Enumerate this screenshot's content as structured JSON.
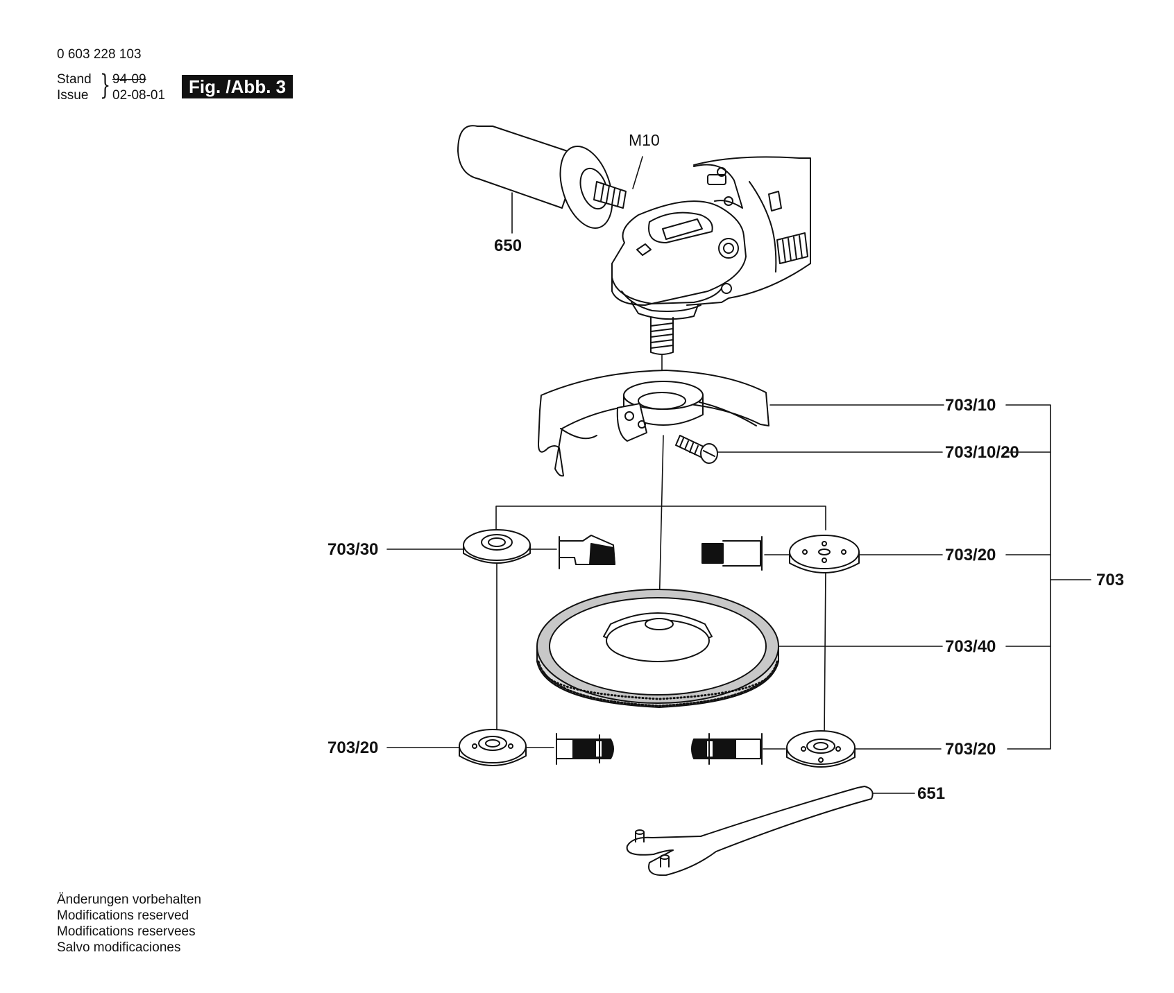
{
  "header": {
    "part_number": "0 603 228 103",
    "stand_label": "Stand",
    "issue_label": "Issue",
    "stand_date": "94-09",
    "issue_date": "02-08-01",
    "figure_label": "Fig. /Abb. 3"
  },
  "callouts": {
    "m10": "M10",
    "handle": "650",
    "guard": "703/10",
    "guard_screw": "703/10/20",
    "flange_left_top": "703/30",
    "flange_right_top": "703/20",
    "group": "703",
    "wheel": "703/40",
    "flange_left_bottom": "703/20",
    "flange_right_bottom": "703/20",
    "spanner": "651"
  },
  "footer": {
    "lines": [
      "Änderungen vorbehalten",
      "Modifications reserved",
      "Modifications reservees",
      "Salvo modificaciones"
    ]
  }
}
